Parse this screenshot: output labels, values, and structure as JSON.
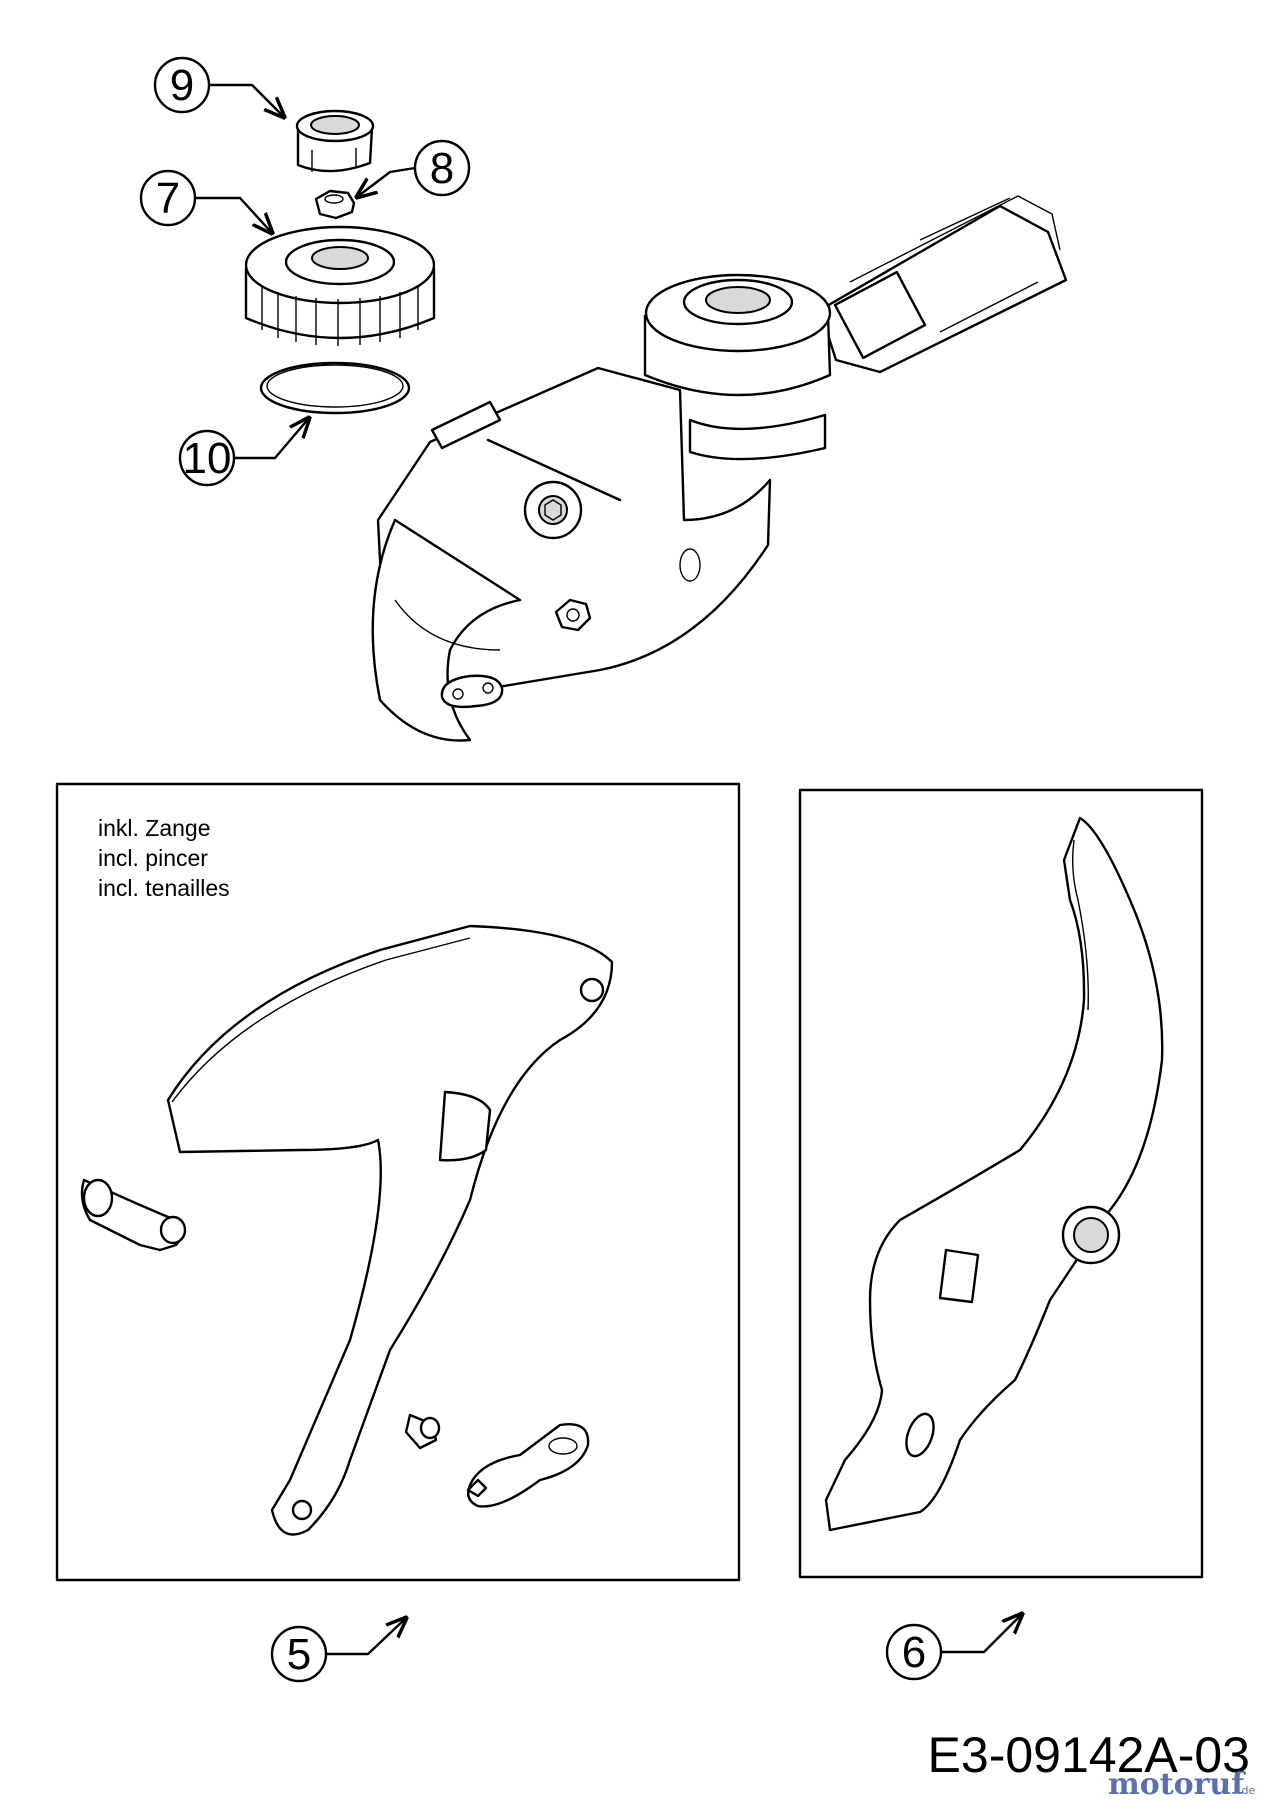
{
  "callouts": {
    "c9": "9",
    "c8": "8",
    "c7": "7",
    "c10": "10",
    "c5": "5",
    "c6": "6"
  },
  "note": {
    "line1": "inkl. Zange",
    "line2": "incl. pincer",
    "line3": "incl. tenailles"
  },
  "doc_id": "E3-09142A-03",
  "watermark": {
    "brand": "motoruf",
    "tld": ".de",
    "colors": {
      "primary": "#5a6fb0",
      "accent": "#d4722b"
    }
  }
}
